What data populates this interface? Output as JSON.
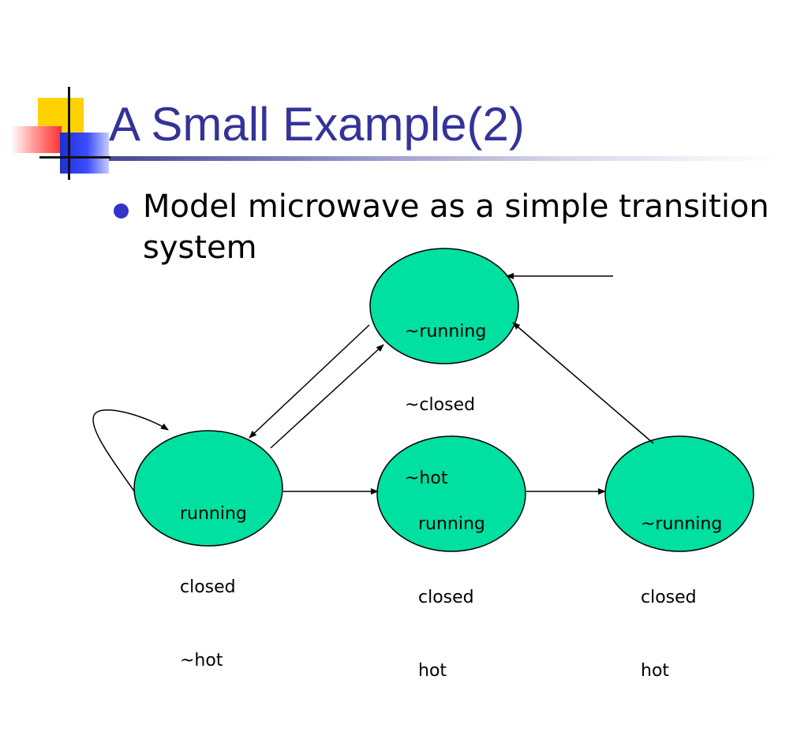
{
  "slide": {
    "title": "A Small Example(2)",
    "bullet": "Model microwave as a simple transition system"
  },
  "states": {
    "s0": {
      "lines": [
        "~running",
        "~closed",
        "~hot"
      ]
    },
    "s1": {
      "lines": [
        "running",
        "closed",
        "~hot"
      ]
    },
    "s2": {
      "lines": [
        "running",
        "closed",
        "hot"
      ]
    },
    "s3": {
      "lines": [
        "~running",
        "closed",
        "hot"
      ]
    }
  },
  "colors": {
    "title": "#333399",
    "bullet": "#3333cc",
    "state_fill": "#00e0a0",
    "edge": "#000000"
  }
}
